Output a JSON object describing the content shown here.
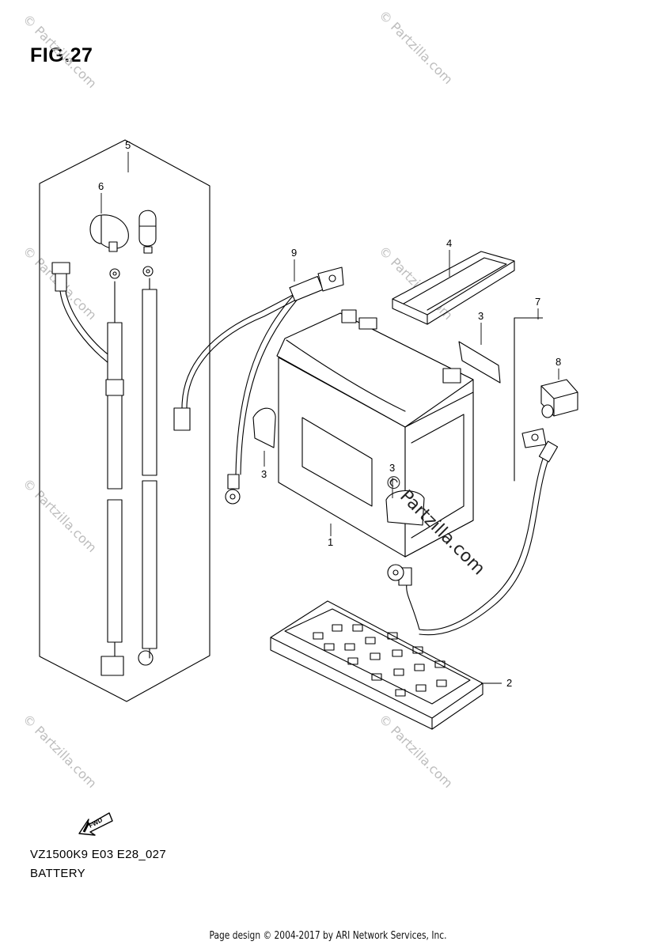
{
  "figure": {
    "title": "FIG.27"
  },
  "drawing": {
    "code": "VZ1500K9 E03 E28_027",
    "section_name": "BATTERY"
  },
  "callouts": [
    {
      "number": "1",
      "part": "battery"
    },
    {
      "number": "2",
      "part": "battery-tray"
    },
    {
      "number": "3",
      "part": "battery-spacer"
    },
    {
      "number": "4",
      "part": "battery-band"
    },
    {
      "number": "5",
      "part": "wiring-harness-set"
    },
    {
      "number": "6",
      "part": "terminal-cap"
    },
    {
      "number": "7",
      "part": "negative-cable-set"
    },
    {
      "number": "8",
      "part": "terminal-cover"
    },
    {
      "number": "9",
      "part": "positive-cable"
    }
  ],
  "direction_arrow": {
    "label": "FWD"
  },
  "watermark": {
    "text": "© Partzilla.com"
  },
  "footer": {
    "text": "Page design © 2004-2017 by ARI Network Services, Inc."
  }
}
